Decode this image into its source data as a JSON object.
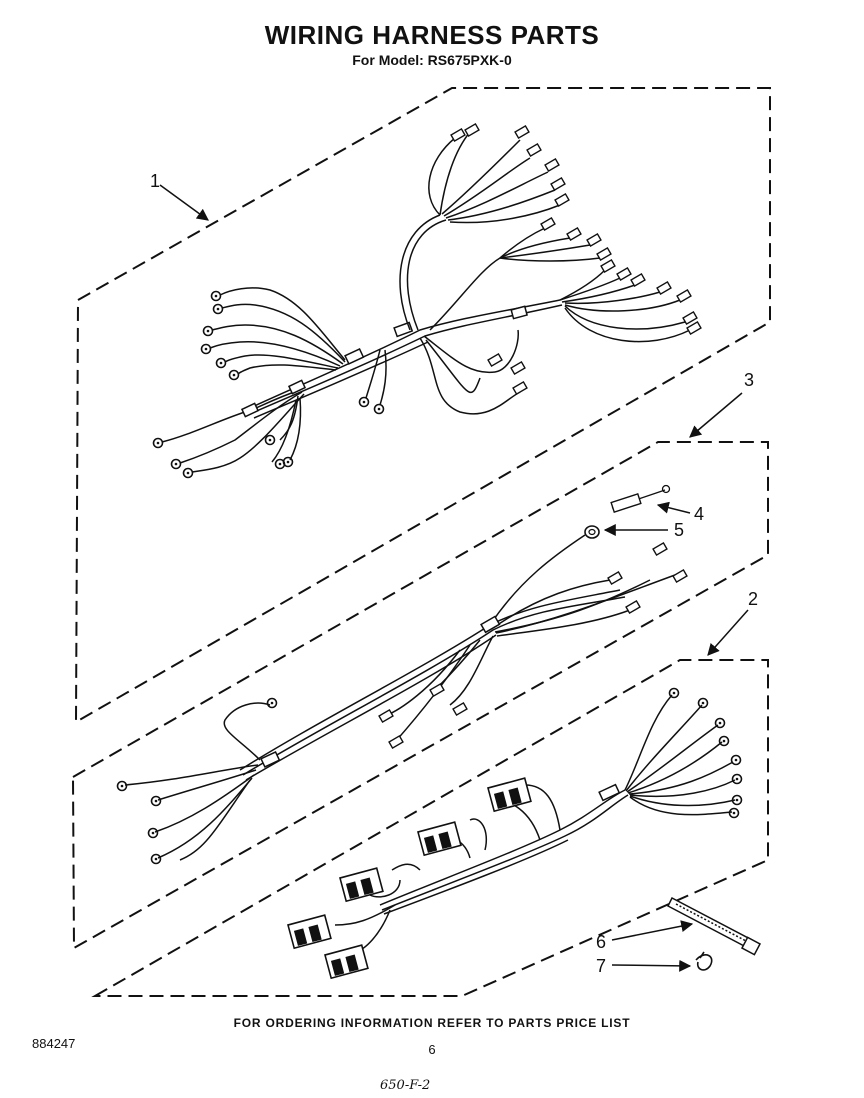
{
  "header": {
    "title": "WIRING HARNESS PARTS",
    "subtitle": "For Model: RS675PXK-0"
  },
  "diagram": {
    "callouts": [
      "1",
      "2",
      "3",
      "4",
      "5",
      "6",
      "7"
    ]
  },
  "footer": {
    "instructions": "FOR ORDERING INFORMATION REFER TO PARTS PRICE LIST",
    "code": "884247",
    "page_number": "6",
    "handwritten_note": "650-F-2"
  }
}
